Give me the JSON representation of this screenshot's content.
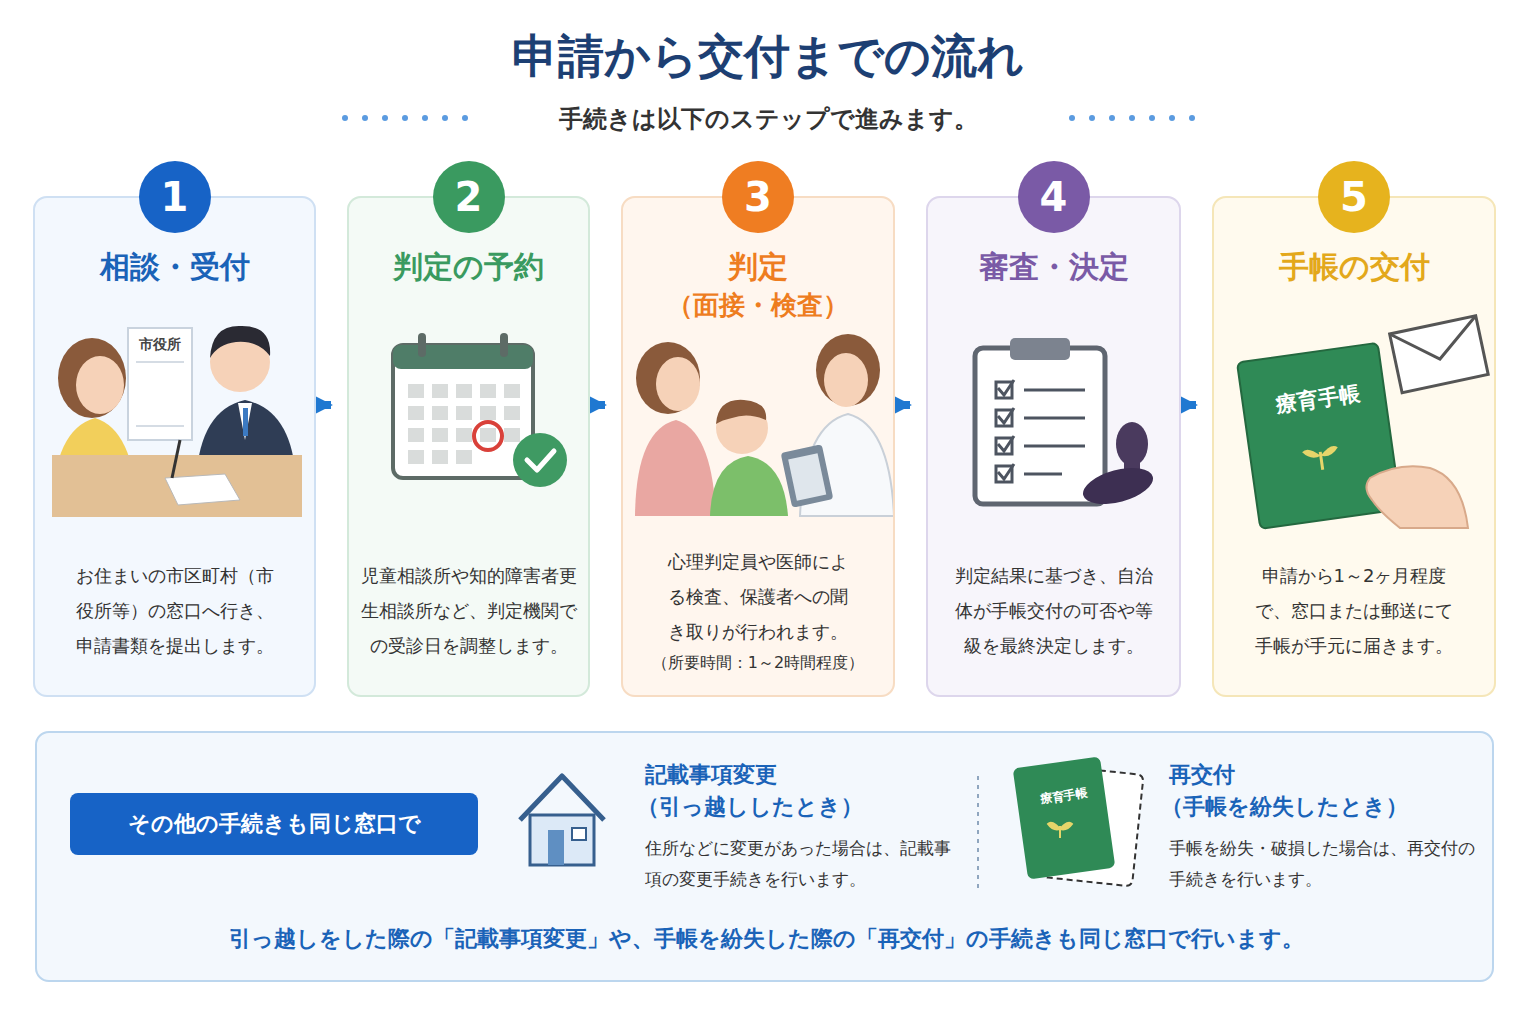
{
  "diagram": {
    "title": "申請から交付までの流れ",
    "nodes": [
      {
        "text": [
          "1",
          "相談・受付",
          "お住まいの市区町村（市役所等）の窓口へ行き、申請書類を提出します。"
        ]
      },
      {
        "text": [
          "2",
          "判定の予約",
          "児童相談所や知的障害者更生相談所など、判定機関での受診日を調整します。"
        ]
      },
      {
        "text": [
          "3",
          "判定",
          "（面接・検査）",
          "心理判定員や医師による検査、保護者への聞き取りが行われます。",
          "（所要時間：1～2時間程度）"
        ]
      },
      {
        "text": [
          "4",
          "審査・決定",
          "判定結果に基づき、自治体が手帳交付の可否や等級を最終決定します。"
        ]
      },
      {
        "text": [
          "5",
          "手帳の交付",
          "申請から1～2ヶ月程度で、窓口または郵送にて手帳が手元に届きます。"
        ]
      },
      {
        "text": [
          "記載事項変更",
          "（引っ越ししたとき）",
          "住所などに変更があった場合は、記載事項の変更手続きを行います。",
          "再交付",
          "（手帳を紛失したとき）",
          "手帳を紛失・破損した場合は、再交付の手続きを行います。",
          "引っ越しをした際の「記載事項変更」や、手帳を紛失した際の「再交付」の手続きも同じ窓口で行います。"
        ]
      },
      {
        "text": [
          "その他の手続きも同じ窓口で"
        ],
        "in": 5
      }
    ],
    "edges": [
      {
        "from": 0,
        "to": 1,
        "arrow": "to"
      },
      {
        "from": 1,
        "to": 2,
        "arrow": "to"
      },
      {
        "from": 2,
        "to": 3,
        "arrow": "to"
      },
      {
        "from": 3,
        "to": 4,
        "arrow": "to"
      }
    ],
    "labels": [
      "手続きは以下のステップで進みます。",
      "市役所",
      "療育手帳",
      "療育手帳"
    ]
  }
}
